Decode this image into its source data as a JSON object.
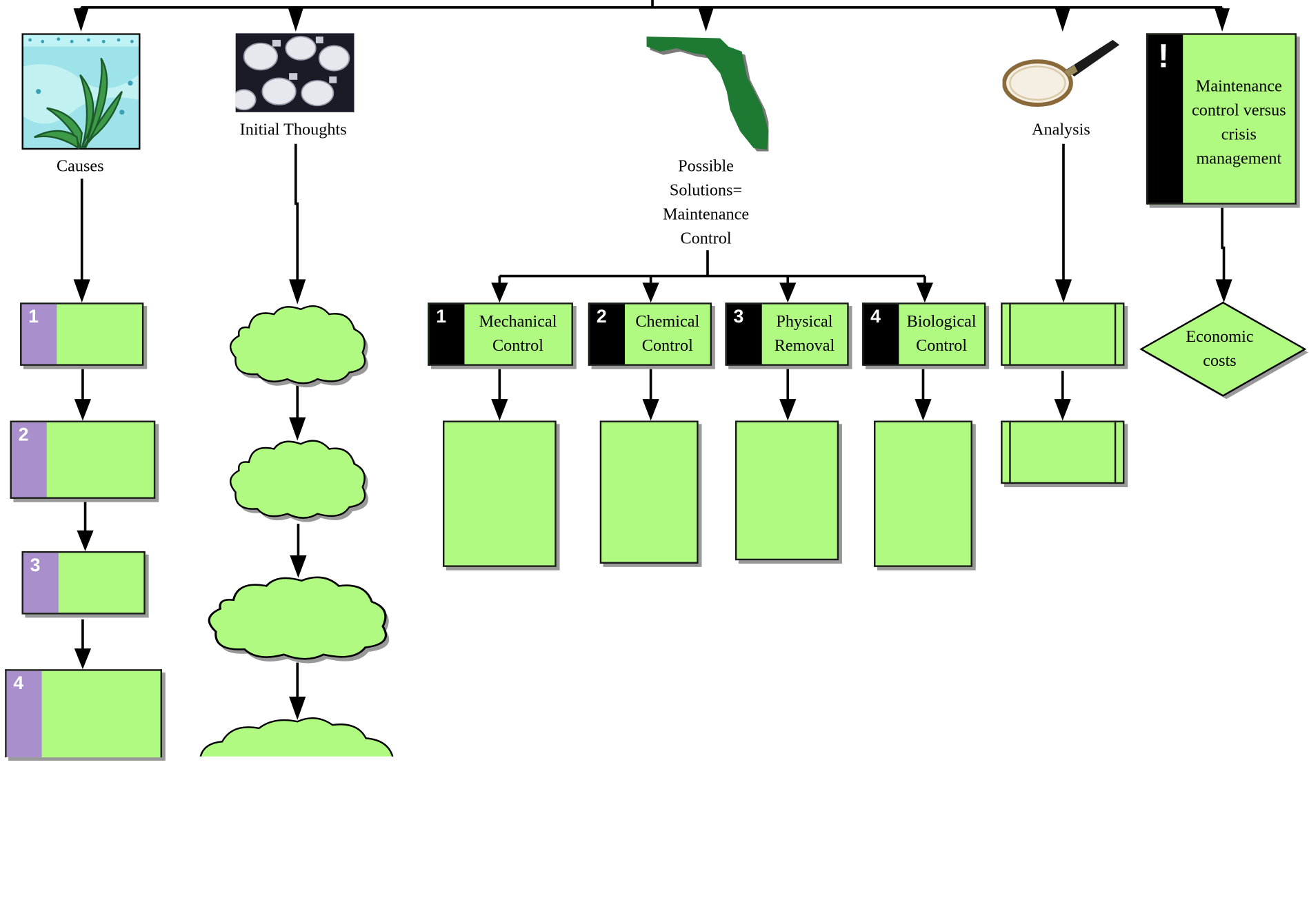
{
  "columns": {
    "causes": {
      "label": "Causes",
      "steps": [
        "1",
        "2",
        "3",
        "4"
      ],
      "icon": "seaweed-icon"
    },
    "initial_thoughts": {
      "label": "Initial Thoughts",
      "icon": "light-bulbs-icon"
    },
    "possible_solutions": {
      "label_lines": [
        "Possible",
        "Solutions=",
        "Maintenance",
        "Control"
      ],
      "icon": "florida-map-icon",
      "controls": [
        {
          "num": "1",
          "lines": [
            "Mechanical",
            "Control"
          ]
        },
        {
          "num": "2",
          "lines": [
            "Chemical",
            "Control"
          ]
        },
        {
          "num": "3",
          "lines": [
            "Physical",
            "Removal"
          ]
        },
        {
          "num": "4",
          "lines": [
            "Biological",
            "Control"
          ]
        }
      ]
    },
    "analysis": {
      "label": "Analysis",
      "icon": "magnifying-glass-icon"
    },
    "maintenance": {
      "mark": "!",
      "lines": [
        "Maintenance",
        "control versus",
        "crisis",
        "management"
      ],
      "decision_lines": [
        "Economic",
        "costs"
      ]
    }
  },
  "colors": {
    "box_fill": "#b0fa82",
    "purple_tab": "#a990cc",
    "black_tab": "#000000",
    "line": "#000000",
    "florida": "#1e7a32"
  }
}
